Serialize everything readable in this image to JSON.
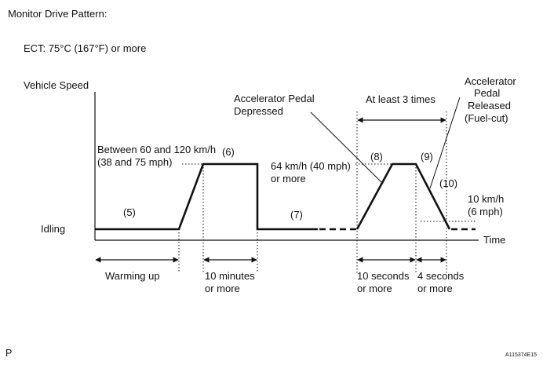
{
  "title": "Monitor Drive Pattern:",
  "ect_condition": "ECT: 75°C (167°F) or more",
  "axes": {
    "y_label": "Vehicle Speed",
    "x_label": "Time",
    "idling": "Idling"
  },
  "steps": {
    "s5": "(5)",
    "s6": "(6)",
    "s7": "(7)",
    "s8": "(8)",
    "s9": "(9)",
    "s10": "(10)"
  },
  "speeds": {
    "range_line1": "Between 60 and 120 km/h",
    "range_line2": "(38 and 75 mph)",
    "target_line1": "64 km/h (40 mph)",
    "target_line2": "or more",
    "low_line1": "10 km/h",
    "low_line2": "(6 mph)"
  },
  "pedal": {
    "depressed_line1": "Accelerator Pedal",
    "depressed_line2": "Depressed",
    "released_line1": "Accelerator",
    "released_line2": "Pedal",
    "released_line3": "Released",
    "released_line4": "(Fuel-cut)"
  },
  "repeat": "At least 3 times",
  "durations": {
    "warming_up": "Warming up",
    "ten_min_line1": "10 minutes",
    "ten_min_line2": "or more",
    "ten_sec_line1": "10 seconds",
    "ten_sec_line2": "or more",
    "four_sec_line1": "4 seconds",
    "four_sec_line2": "or more"
  },
  "footer": {
    "left": "P",
    "right": "A115374E15"
  }
}
